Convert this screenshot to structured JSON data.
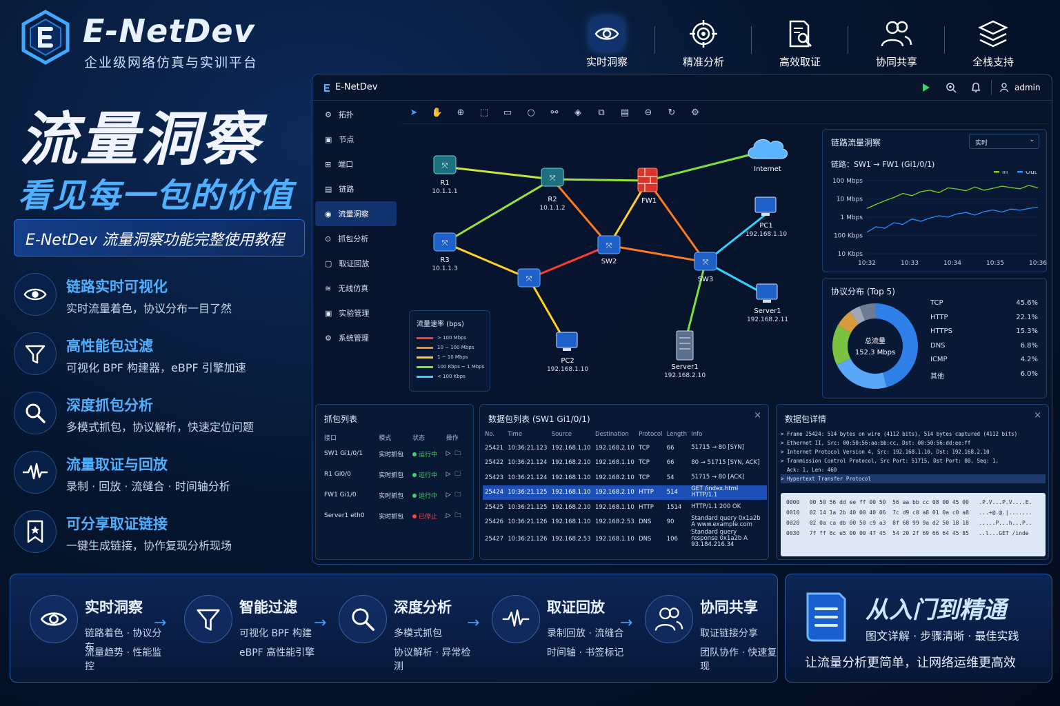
{
  "brand": {
    "name": "E-NetDev",
    "tagline": "企业级网络仿真与实训平台"
  },
  "topnav": [
    {
      "label": "实时洞察",
      "icon": "eye-icon"
    },
    {
      "label": "精准分析",
      "icon": "target-icon"
    },
    {
      "label": "高效取证",
      "icon": "document-search-icon"
    },
    {
      "label": "协同共享",
      "icon": "users-icon"
    },
    {
      "label": "全栈支持",
      "icon": "layers-icon"
    }
  ],
  "hero": {
    "title": "流量洞察",
    "subtitle": "看见每一包的价值",
    "tutorial": "E-NetDev 流量洞察功能完整使用教程"
  },
  "features": [
    {
      "title": "链路实时可视化",
      "desc": "实时流量着色，协议分布一目了然",
      "icon": "eye-icon"
    },
    {
      "title": "高性能包过滤",
      "desc": "可视化 BPF 构建器，eBPF 引擎加速",
      "icon": "filter-icon"
    },
    {
      "title": "深度抓包分析",
      "desc": "多模式抓包，协议解析，快速定位问题",
      "icon": "search-icon"
    },
    {
      "title": "流量取证与回放",
      "desc": "录制 · 回放 · 流缝合 · 时间轴分析",
      "icon": "waveform-icon"
    },
    {
      "title": "可分享取证链接",
      "desc": "一键生成链接，协作复现分析现场",
      "icon": "bookmark-icon"
    }
  ],
  "app": {
    "title": "E-NetDev",
    "user": "admin",
    "sidebar": [
      "拓扑",
      "节点",
      "端口",
      "链路",
      "流量洞察",
      "抓包分析",
      "取证回放",
      "无线仿真",
      "实验管理",
      "系统管理"
    ],
    "topology": {
      "nodes": [
        {
          "name": "R1",
          "ip": "10.1.1.1"
        },
        {
          "name": "R2",
          "ip": "10.1.1.2"
        },
        {
          "name": "FW1",
          "ip": ""
        },
        {
          "name": "Internet",
          "ip": ""
        },
        {
          "name": "R3",
          "ip": "10.1.1.3"
        },
        {
          "name": "SW2",
          "ip": ""
        },
        {
          "name": "SW3",
          "ip": ""
        },
        {
          "name": "PC1",
          "ip": "192.168.1.10"
        },
        {
          "name": "Server1",
          "ip": "192.168.2.11"
        },
        {
          "name": "PC2",
          "ip": "192.168.1.10"
        },
        {
          "name": "Server1",
          "ip": "192.168.2.10"
        }
      ],
      "legend_title": "流量速率 (bps)",
      "legend": [
        {
          "label": "> 100 Mbps",
          "color": "#ff3b2f"
        },
        {
          "label": "10 ~ 100 Mbps",
          "color": "#ff8a1f"
        },
        {
          "label": "1 ~ 10 Mbps",
          "color": "#ffd21f"
        },
        {
          "label": "100 Kbps ~ 1 Mbps",
          "color": "#7ee03a"
        },
        {
          "label": "< 100 Kbps",
          "color": "#2fd4ff"
        }
      ]
    },
    "link_panel": {
      "title": "链路流量洞察",
      "mode": "实时",
      "link": "链路：SW1 → FW1 (Gi1/0/1)",
      "legend_in": "In",
      "legend_out": "Out"
    },
    "chart_data": {
      "type": "line",
      "title": "",
      "x": [
        "10:32",
        "10:33",
        "10:34",
        "10:35",
        "10:36"
      ],
      "ytick_labels": [
        "100 Mbps",
        "10 Mbps",
        "1 Mbps",
        "100 Kbps",
        "10 Kbps"
      ],
      "y_scale": "log",
      "ylim_bps": [
        10000,
        100000000
      ],
      "series": [
        {
          "name": "In",
          "color": "#7ed321",
          "values_bps": [
            3000000,
            5000000,
            8000000,
            12000000,
            20000000,
            15000000,
            25000000,
            30000000,
            22000000,
            40000000,
            35000000,
            28000000,
            45000000,
            30000000,
            38000000,
            50000000,
            42000000,
            36000000,
            55000000,
            40000000
          ]
        },
        {
          "name": "Out",
          "color": "#2f8cff",
          "values_bps": [
            150000,
            300000,
            250000,
            500000,
            400000,
            800000,
            600000,
            900000,
            1200000,
            1000000,
            1500000,
            1800000,
            1300000,
            2000000,
            2500000,
            1900000,
            2800000,
            2400000,
            3000000,
            3500000
          ]
        }
      ]
    },
    "proto_panel": {
      "title": "协议分布 (Top 5)",
      "center_label": "总流量",
      "center_value": "152.3 Mbps"
    },
    "proto_chart": {
      "type": "pie",
      "categories": [
        "TCP",
        "HTTP",
        "HTTPS",
        "DNS",
        "ICMP",
        "其他"
      ],
      "values": [
        45.6,
        22.1,
        15.3,
        6.8,
        4.2,
        6.0
      ],
      "labels": [
        "45.6%",
        "22.1%",
        "15.3%",
        "6.8%",
        "4.2%",
        "6.0%"
      ],
      "colors": [
        "#2f7fe8",
        "#5aa6f7",
        "#7cc242",
        "#d79a3c",
        "#a0a8b8",
        "#6f7b92"
      ]
    },
    "capture_list": {
      "title": "抓包列表",
      "columns": [
        "接口",
        "模式",
        "状态",
        "操作"
      ],
      "rows": [
        {
          "iface": "SW1 Gi1/0/1",
          "mode": "实时抓包",
          "status": "运行中",
          "color": "#3fd26b"
        },
        {
          "iface": "R1 Gi0/0",
          "mode": "实时抓包",
          "status": "运行中",
          "color": "#3fd26b"
        },
        {
          "iface": "FW1 Gi1/0",
          "mode": "实时抓包",
          "status": "运行中",
          "color": "#3fd26b"
        },
        {
          "iface": "Server1 eth0",
          "mode": "实时抓包",
          "status": "已停止",
          "color": "#ff4040"
        }
      ]
    },
    "packet_list": {
      "title": "数据包列表 (SW1 Gi1/0/1)",
      "columns": [
        "No.",
        "Time",
        "Source",
        "Destination",
        "Protocol",
        "Length",
        "Info"
      ],
      "rows": [
        [
          "25421",
          "10:36:21.123",
          "192.168.1.10",
          "192.168.2.10",
          "TCP",
          "66",
          "51715 → 80 [SYN]"
        ],
        [
          "25422",
          "10:36:21.124",
          "192.168.2.10",
          "192.168.1.10",
          "TCP",
          "66",
          "80 → 51715 [SYN, ACK]"
        ],
        [
          "25423",
          "10:36:21.124",
          "192.168.1.10",
          "192.168.2.10",
          "TCP",
          "54",
          "51715 → 80 [ACK]"
        ],
        [
          "25424",
          "10:36:21.125",
          "192.168.1.10",
          "192.168.2.10",
          "HTTP",
          "514",
          "GET /index.html HTTP/1.1"
        ],
        [
          "25425",
          "10:36:21.125",
          "192.168.2.10",
          "192.168.1.10",
          "HTTP",
          "1514",
          "HTTP/1.1 200 OK"
        ],
        [
          "25426",
          "10:36:21.126",
          "192.168.1.10",
          "192.168.2.53",
          "DNS",
          "90",
          "Standard query 0x1a2b A www.example.com"
        ],
        [
          "25427",
          "10:36:21.126",
          "192.168.2.53",
          "192.168.1.10",
          "DNS",
          "106",
          "Standard query response 0x1a2b A 93.184.216.34"
        ]
      ]
    },
    "packet_detail": {
      "title": "数据包详情",
      "lines": [
        "> Frame 25424: 514 bytes on wire (4112 bits), 514 bytes captured (4112 bits)",
        "> Ethernet II, Src: 00:50:56:aa:bb:cc, Dst: 00:50:56:dd:ee:ff",
        "> Internet Protocol Version 4, Src: 192.168.1.10, Dst: 192.168.2.10",
        "> Tranmission Control Protocol, Src Port: 51715, Dst Port: 80, Seq: 1,",
        "  Ack: 1, Len: 460",
        "> Hypertext Transfer Protocol"
      ],
      "hex": [
        [
          "0000",
          "00 50 56 dd ee ff 00 50  56 aa bb cc 08 00 45 00",
          ".P.V...P.V....E."
        ],
        [
          "0010",
          "02 14 1a 2b 40 00 40 06  7c d9 c0 a8 01 0a c0 a8",
          "...+@.@.|......."
        ],
        [
          "0020",
          "02 0a ca db 00 50 c9 a3  8f 68 99 9a d2 50 18 18",
          ".....P...h...P.."
        ],
        [
          "0030",
          "7f ff 6c e5 00 00 47 45  54 20 2f 69 66 64 45 85",
          "..l...GET /inde"
        ]
      ]
    }
  },
  "bottom_steps": [
    {
      "title": "实时洞察",
      "l1": "链路着色 · 协议分布",
      "l2": "流量趋势 · 性能监控",
      "icon": "eye-icon"
    },
    {
      "title": "智能过滤",
      "l1": "可视化 BPF 构建",
      "l2": "eBPF 高性能引擎",
      "icon": "filter-icon"
    },
    {
      "title": "深度分析",
      "l1": "多模式抓包",
      "l2": "协议解析 · 异常检测",
      "icon": "search-icon"
    },
    {
      "title": "取证回放",
      "l1": "录制回放 · 流缝合",
      "l2": "时间轴 · 书签标记",
      "icon": "waveform-icon"
    },
    {
      "title": "协同共享",
      "l1": "取证链接分享",
      "l2": "团队协作 · 快速复现",
      "icon": "users-icon"
    }
  ],
  "promo": {
    "title": "从入门到精通",
    "sub": "图文详解 · 步骤清晰 · 最佳实践",
    "footer": "让流量分析更简单，让网络运维更高效"
  }
}
